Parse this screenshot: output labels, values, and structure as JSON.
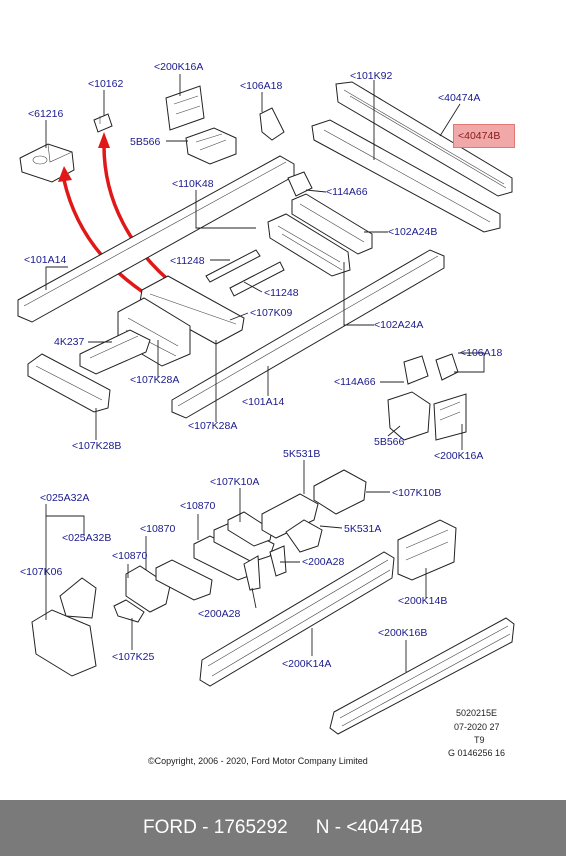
{
  "labels": {
    "l_61216": "<61216",
    "l_10162": "<10162",
    "l_200K16A_top": "<200K16A",
    "l_106A18_top": "<106A18",
    "l_101K92": "<101K92",
    "l_40474A": "<40474A",
    "l_40474B": "<40474B",
    "l_5B566_top": "5B566",
    "l_110K48": "<110K48",
    "l_114A66_top": "<114A66",
    "l_101A14_left": "<101A14",
    "l_102A24B": "<102A24B",
    "l_11248_a": "<11248",
    "l_11248_b": "<11248",
    "l_107K09": "<107K09",
    "l_102A24A": "<102A24A",
    "l_4K237": "4K237",
    "l_106A18_right": "<106A18",
    "l_114A66_right": "<114A66",
    "l_107K28A_left": "<107K28A",
    "l_101A14_mid": "<101A14",
    "l_5B566_right": "5B566",
    "l_107K28A_mid": "<107K28A",
    "l_107K28B": "<107K28B",
    "l_200K16A_right": "<200K16A",
    "l_5K531B": "5K531B",
    "l_025A32A": "<025A32A",
    "l_107K10A": "<107K10A",
    "l_107K10B": "<107K10B",
    "l_10870_a": "<10870",
    "l_025A32B": "<025A32B",
    "l_10870_b": "<10870",
    "l_5K531A": "5K531A",
    "l_10870_c": "<10870",
    "l_200A28_right": "<200A28",
    "l_107K06": "<107K06",
    "l_200K14B": "<200K14B",
    "l_200A28_left": "<200A28",
    "l_107K25": "<107K25",
    "l_200K16B": "<200K16B",
    "l_200K14A": "<200K14A"
  },
  "meta": {
    "line1": "5020215E",
    "line2": "07-2020 27",
    "line3": "T9",
    "line4": "G 0146256 16"
  },
  "copyright": "©Copyright, 2006 - 2020, Ford Motor Company Limited",
  "footer": {
    "left": "FORD - 1765292",
    "right": "N - <40474B"
  },
  "colors": {
    "label": "#1a1a8c",
    "highlight": "#f0a8a8",
    "arrow": "#e01818",
    "footer_bg": "#7a7a7a"
  }
}
